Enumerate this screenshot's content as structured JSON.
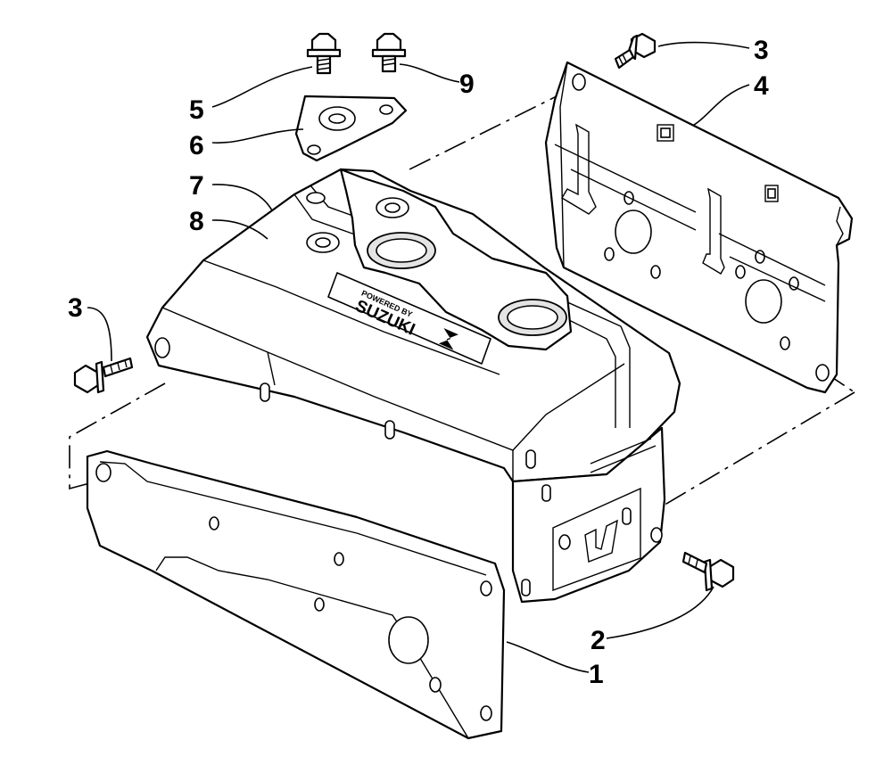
{
  "diagram": {
    "callouts": {
      "c1": "1",
      "c2": "2",
      "c3a": "3",
      "c3b": "3",
      "c4": "4",
      "c5": "5",
      "c6": "6",
      "c7": "7",
      "c8": "8",
      "c9": "9"
    },
    "logo": {
      "line1": "POWERED BY",
      "line2": "SUZUKI"
    }
  }
}
